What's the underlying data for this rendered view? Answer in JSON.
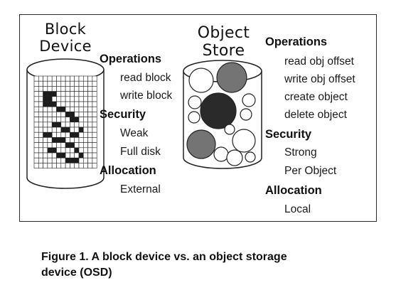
{
  "block_device": {
    "title_lines": [
      "Block",
      "Device"
    ],
    "operations_heading": "Operations",
    "operations": [
      "read block",
      "write block"
    ],
    "security_heading": "Security",
    "security": [
      "Weak",
      "Full disk"
    ],
    "allocation_heading": "Allocation",
    "allocation": [
      "External"
    ]
  },
  "object_store": {
    "title_lines": [
      "Object",
      "Store"
    ],
    "operations_heading": "Operations",
    "operations": [
      "read obj offset",
      "write obj offset",
      "create object",
      "delete object"
    ],
    "security_heading": "Security",
    "security": [
      "Strong",
      "Per Object"
    ],
    "allocation_heading": "Allocation",
    "allocation": [
      "Local"
    ]
  },
  "colors": {
    "outline": "#222222",
    "dark_fill": "#1c1c1c",
    "mid_fill": "#6e6e6e",
    "dark_object": "#2a2a2a",
    "mid_object": "#747474"
  },
  "caption_lines": [
    "Figure 1. A block device vs.  an object storage",
    "device (OSD)"
  ]
}
